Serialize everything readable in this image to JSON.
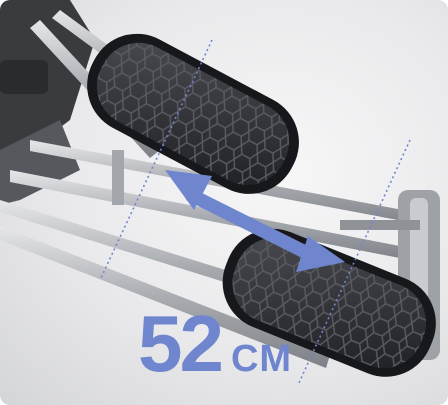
{
  "stride": {
    "value": "52",
    "unit": "CM"
  },
  "colors": {
    "annotation": "#6f86cf",
    "rail": "#b5b8bc",
    "pedal": "#2e2f33",
    "background": "#ececee"
  },
  "image": {
    "subject": "elliptical-trainer-pedals"
  }
}
